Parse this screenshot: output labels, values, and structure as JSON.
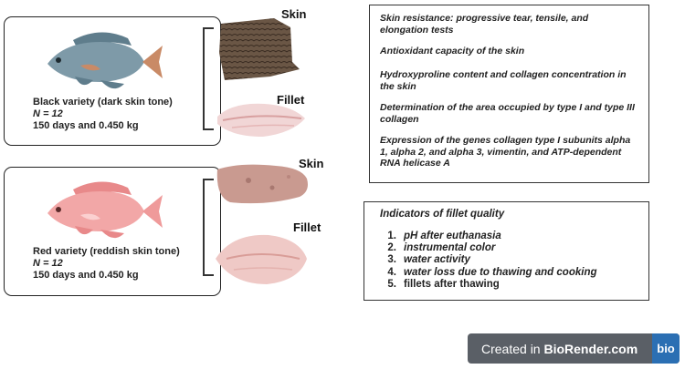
{
  "black_variety": {
    "name": "Black variety (dark skin tone)",
    "n": "N = 12",
    "age_weight": "150 days and 0.450 kg"
  },
  "red_variety": {
    "name": "Red variety (reddish skin tone)",
    "n": "N = 12",
    "age_weight": "150 days and 0.450 kg"
  },
  "samples": {
    "skin_label": "Skin",
    "fillet_label": "Fillet"
  },
  "skin_analyses": [
    "Skin resistance: progressive tear, tensile, and elongation tests",
    "Antioxidant capacity of the skin",
    "Hydroxyproline content and collagen concentration in the skin",
    "Determination of the area occupied by type I and type III collagen",
    "Expression of the genes collagen type I subunits alpha 1, alpha 2, and alpha 3, vimentin, and ATP-dependent RNA helicase A"
  ],
  "fillet_quality": {
    "title": "Indicators of fillet quality",
    "items": [
      {
        "num": "1.",
        "text": "pH after euthanasia"
      },
      {
        "num": "2.",
        "text": "instrumental color"
      },
      {
        "num": "3.",
        "text": "water activity"
      },
      {
        "num": "4.",
        "text": "water loss due to thawing and cooking"
      },
      {
        "num": "5.",
        "text": "fillets after thawing"
      }
    ]
  },
  "badge": {
    "prefix": "Created in ",
    "brand": "BioRender.com",
    "logo": "bio"
  },
  "colors": {
    "black_fish": "#7e9aa8",
    "red_fish": "#f2a7a7",
    "dark_skin": "#5b4a3c",
    "red_skin": "#c99a90",
    "fillet": "#f1d6d6",
    "badge_bg": "#5a5f66",
    "badge_logo": "#2b6fb3"
  }
}
